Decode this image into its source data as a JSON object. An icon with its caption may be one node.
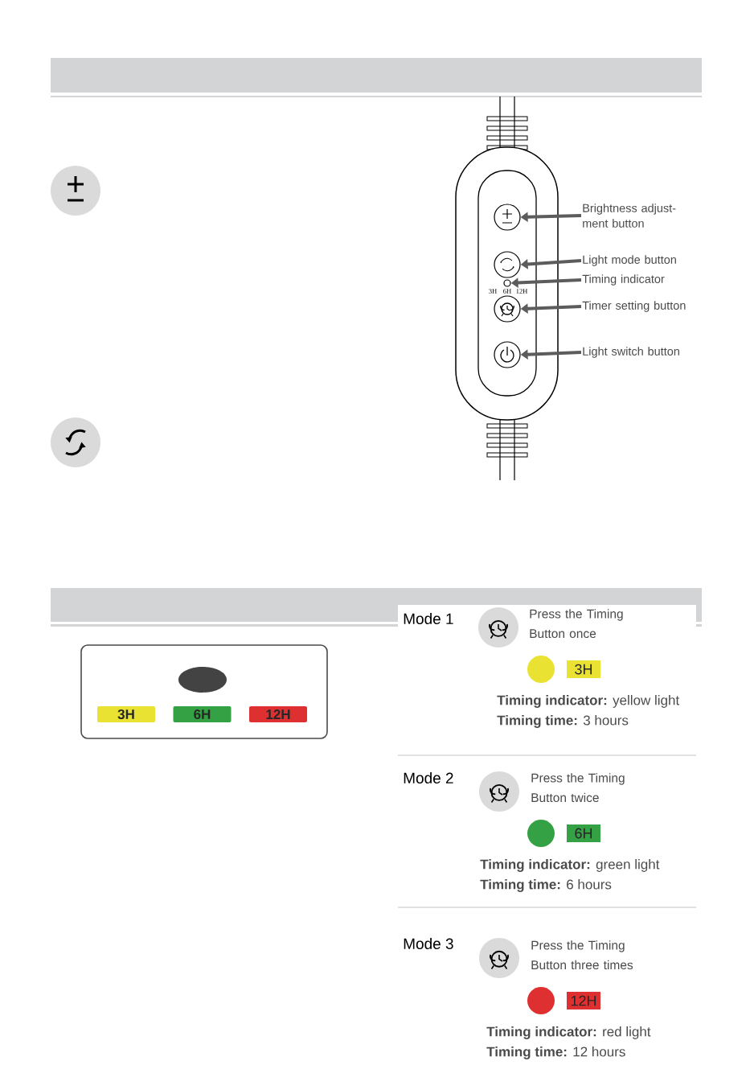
{
  "diagram": {
    "nodes": [
      {
        "text": [
          "Brightness adjust- ment button"
        ]
      },
      {
        "text": [
          "Light mode button"
        ]
      },
      {
        "text": [
          "Timing indicator"
        ]
      },
      {
        "text": [
          "Timer setting button"
        ]
      },
      {
        "text": [
          "Light switch button"
        ]
      },
      {
        "text": [],
        "shape": "circle"
      },
      {
        "text": [],
        "shape": "circle"
      },
      {
        "text": [],
        "shape": "circle"
      },
      {
        "text": [],
        "shape": "circle"
      },
      {
        "text": [],
        "shape": "circle"
      }
    ],
    "edges": [
      {
        "from": 0,
        "to": 5,
        "arrow": "to"
      },
      {
        "from": 1,
        "to": 6,
        "arrow": "to"
      },
      {
        "from": 2,
        "to": 7,
        "arrow": "to"
      },
      {
        "from": 3,
        "to": 8,
        "arrow": "to"
      },
      {
        "from": 4,
        "to": 9,
        "arrow": "to"
      }
    ],
    "labels": [
      "3H",
      "6H",
      "12H",
      "3H",
      "6H",
      "12H",
      "Mode 1",
      "Press the Timing Button once",
      "3H",
      "**Timing indicator:** yellow light",
      "**Timing time:** 3 hours",
      "Mode 2",
      "Press the Timing Button twice",
      "6H",
      "**Timing indicator:** green light",
      "**Timing time:** 6 hours",
      "Mode 3",
      "Press the Timing Button three times",
      "12H",
      "**Timing indicator:** red light",
      "**Timing time:** 12 hours"
    ]
  }
}
